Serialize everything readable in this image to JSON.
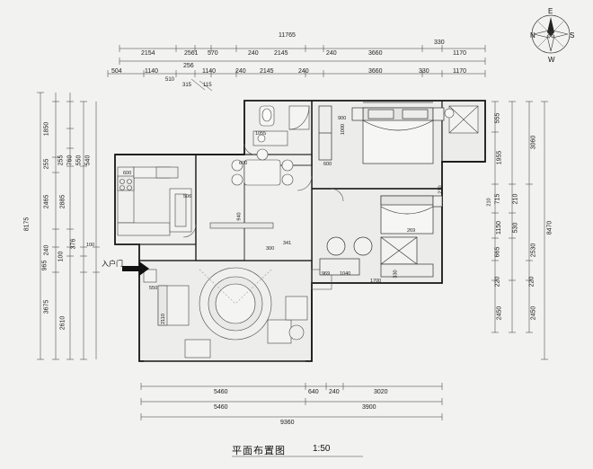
{
  "drawing": {
    "title": "平面布置图",
    "scale": "1:50",
    "entry_label": "入户门",
    "compass": {
      "n": "N",
      "e": "E",
      "s": "S",
      "w": "W"
    }
  },
  "dimensions": {
    "top_overall": "11765",
    "top_row1": [
      "2154",
      "2561",
      "570",
      "240",
      "2145",
      "240",
      "3660",
      "330",
      "1170"
    ],
    "top_row2": [
      "504",
      "1140",
      "256",
      "1140",
      "240",
      "2145",
      "240",
      "3660",
      "330",
      "1170"
    ],
    "top_small": [
      "510",
      "315",
      "115"
    ],
    "left_overall": "8175",
    "left_col_a": [
      "1850",
      "255",
      "2465",
      "240",
      "965",
      "3675"
    ],
    "left_col_b": [
      "255",
      "760",
      "550",
      "540",
      "2885",
      "100",
      "376",
      "2610"
    ],
    "right_col_a": [
      "555",
      "1955",
      "715",
      "1150",
      "665",
      "220",
      "2450"
    ],
    "right_col_b": [
      "3060",
      "210",
      "530",
      "2530",
      "220",
      "2450"
    ],
    "right_overall": "8470",
    "bottom_row1": [
      "5460",
      "640",
      "240",
      "3020"
    ],
    "bottom_row2": [
      "5460",
      "3900"
    ],
    "bottom_overall": "9360",
    "interior": [
      "600",
      "506",
      "600",
      "600",
      "1055",
      "1000",
      "940",
      "300",
      "341",
      "969",
      "1040",
      "1700",
      "330",
      "2110",
      "550",
      "900",
      "269",
      "210",
      "210",
      "100"
    ]
  },
  "rooms": {
    "labels": []
  },
  "colors": {
    "paper": "#f2f2f0",
    "line": "#262626",
    "thin": "#8a8a8a",
    "fill_light": "#e6e6e4",
    "fill_room": "#ececea",
    "accent": "#111111"
  }
}
